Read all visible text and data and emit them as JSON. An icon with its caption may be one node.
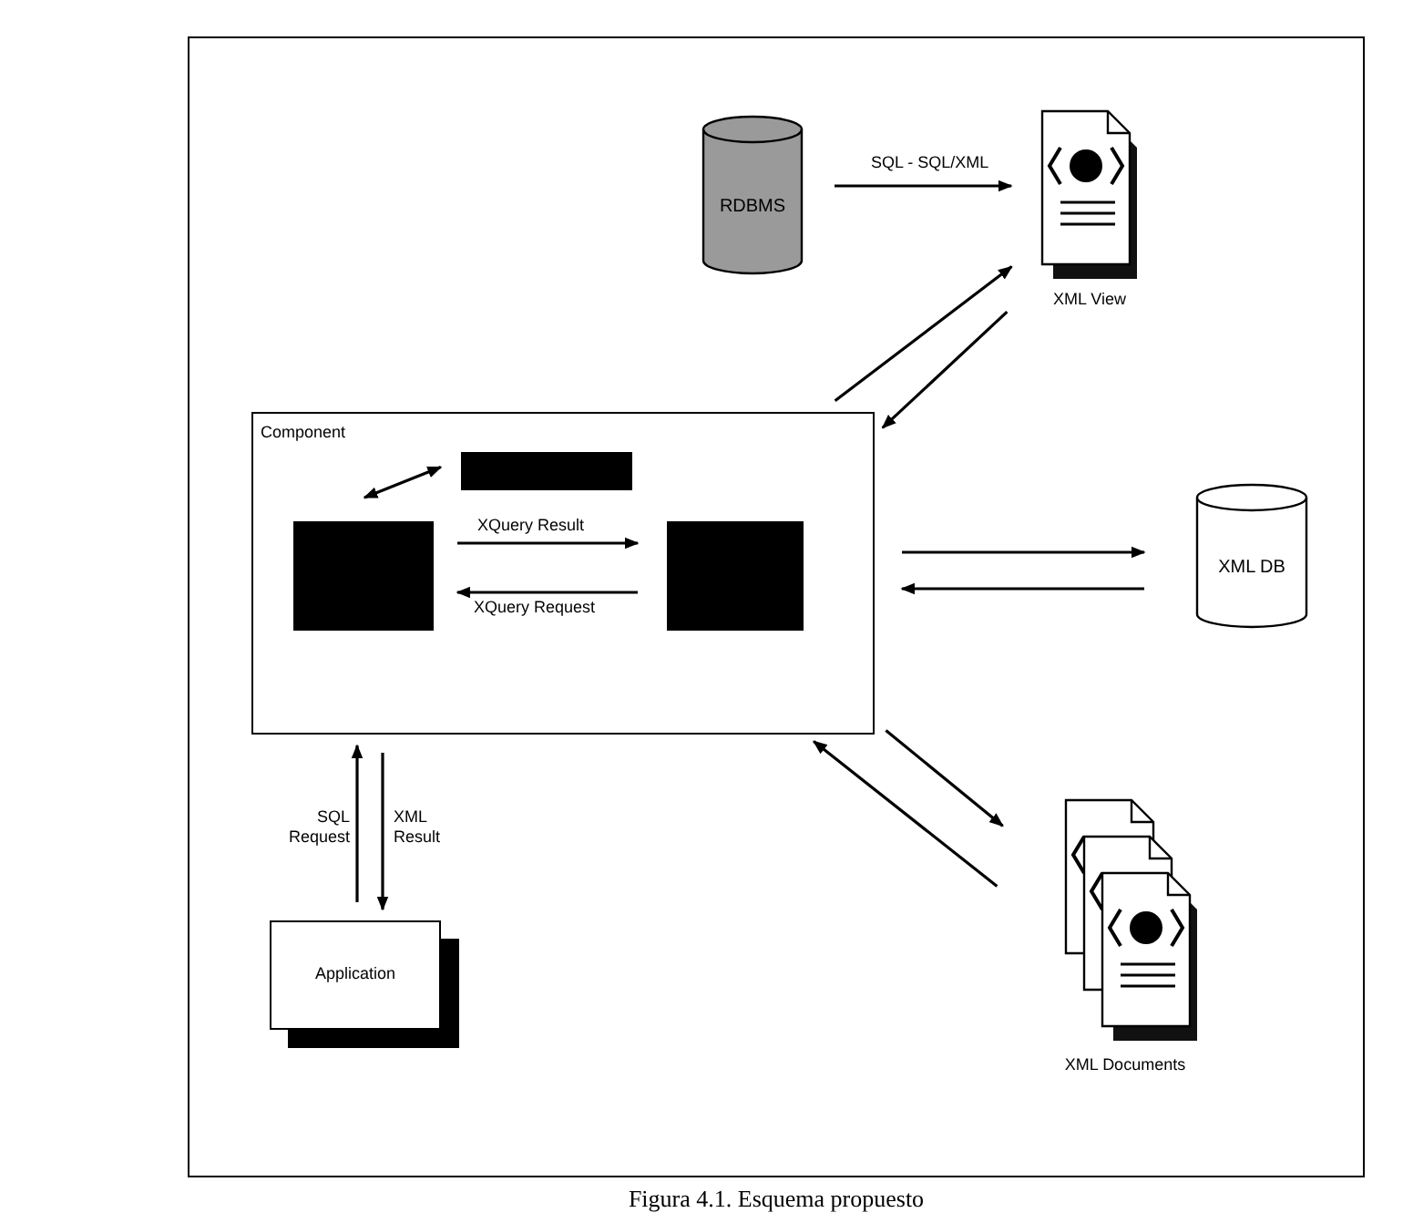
{
  "diagram": {
    "caption": "Figura 4.1. Esquema propuesto",
    "nodes": [
      {
        "text": [
          "RDBMS"
        ]
      },
      {
        "text": [
          "XML View"
        ]
      },
      {
        "text": [
          "Component"
        ]
      },
      {
        "text": [],
        "shape": "box",
        "in": 2
      },
      {
        "text": [],
        "shape": "box",
        "in": 2
      },
      {
        "text": [],
        "shape": "box",
        "in": 2
      },
      {
        "text": [
          "XML DB"
        ]
      },
      {
        "text": [
          "XML Documents"
        ]
      },
      {
        "text": [
          "Application"
        ]
      }
    ],
    "edges": [
      {
        "from": 0,
        "to": 1,
        "arrow": "to",
        "label": "SQL - SQL/XML"
      },
      {
        "from": 2,
        "to": 1,
        "arrow": "to"
      },
      {
        "from": 1,
        "to": 2,
        "arrow": "to"
      },
      {
        "from": 4,
        "to": 3,
        "arrow": "both"
      },
      {
        "from": 4,
        "to": 5,
        "arrow": "to",
        "label": "XQuery Result"
      },
      {
        "from": 5,
        "to": 4,
        "arrow": "to",
        "label": "XQuery Request"
      },
      {
        "from": 2,
        "to": 6,
        "arrow": "to"
      },
      {
        "from": 6,
        "to": 2,
        "arrow": "to"
      },
      {
        "from": 2,
        "to": 7,
        "arrow": "to"
      },
      {
        "from": 7,
        "to": 2,
        "arrow": "to"
      },
      {
        "from": 8,
        "to": 2,
        "arrow": "to",
        "label": "SQL Request"
      },
      {
        "from": 2,
        "to": 8,
        "arrow": "to",
        "label": "XML Result"
      }
    ]
  }
}
